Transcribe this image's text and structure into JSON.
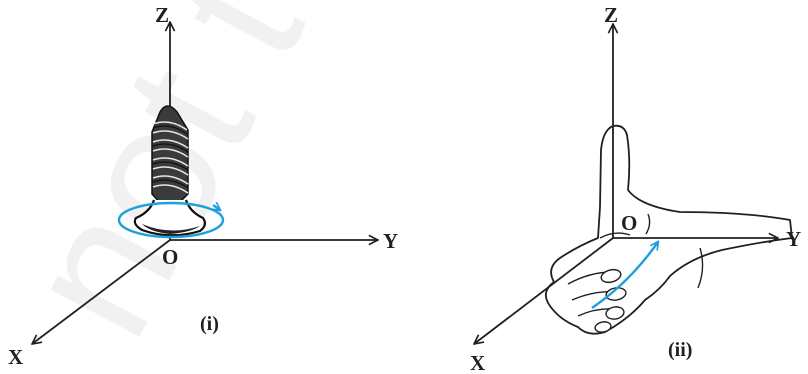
{
  "watermark": "not to",
  "panels": [
    {
      "caption": "(i)",
      "axes": {
        "x": "X",
        "y": "Y",
        "z": "Z",
        "origin": "O"
      },
      "figure": "screw-rotation"
    },
    {
      "caption": "(ii)",
      "axes": {
        "x": "X",
        "y": "Y",
        "z": "Z",
        "origin": "O"
      },
      "figure": "right-hand-rule"
    }
  ],
  "colors": {
    "axis": "#231f20",
    "rotation_arrow": "#1ba1dc"
  }
}
